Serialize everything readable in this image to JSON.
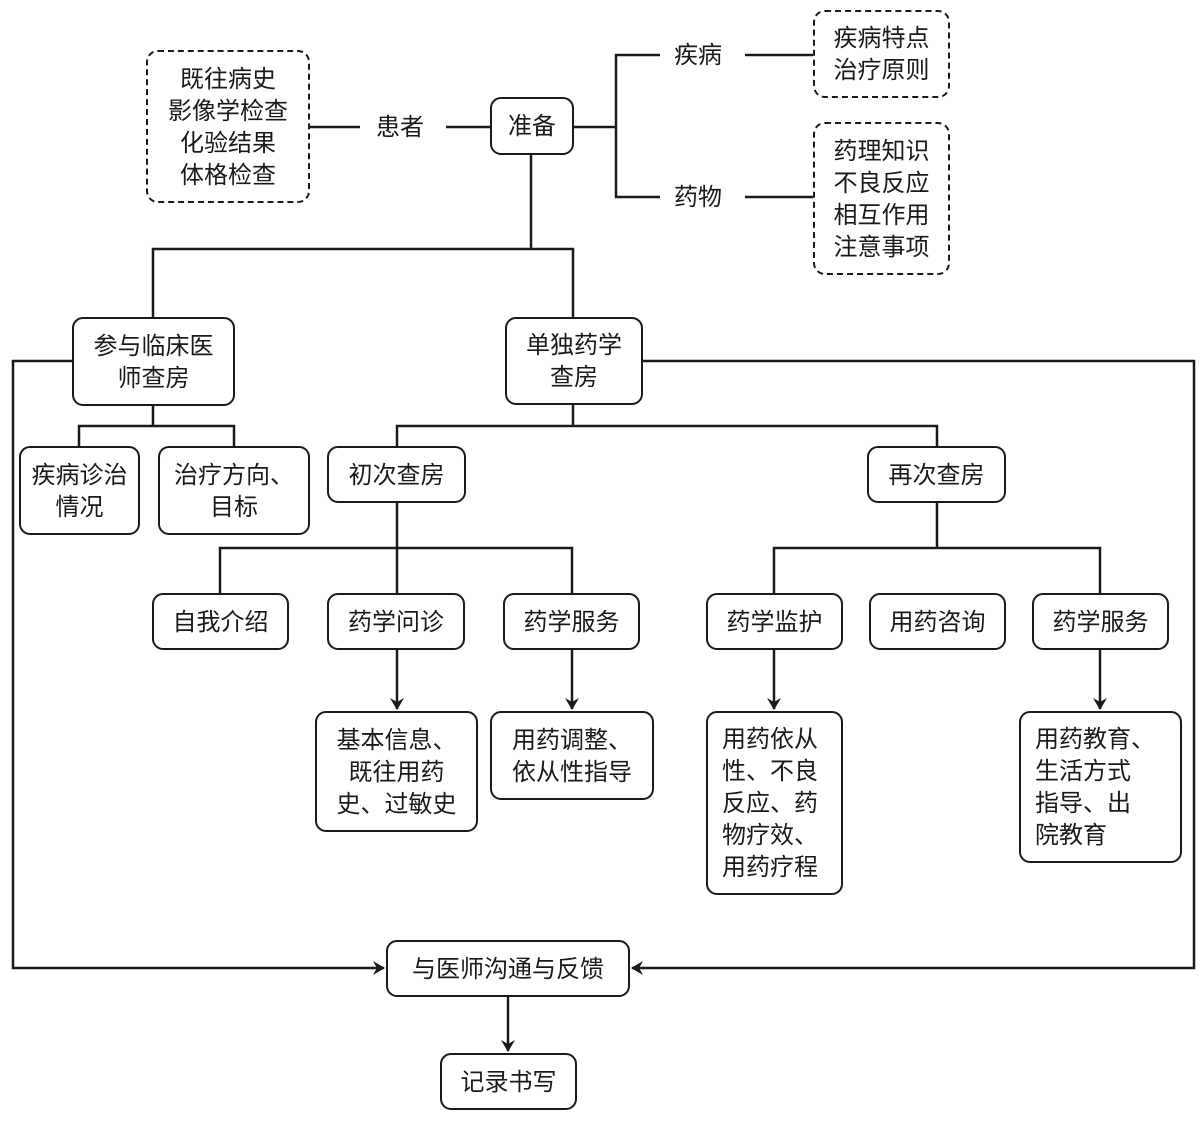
{
  "title": "药学查房流程",
  "preparation": {
    "patient_info": "既往病史\n影像学检查\n化验结果\n体格检查",
    "patient_label": "患者",
    "center": "准备",
    "disease_label": "疾病",
    "disease_info": "疾病特点\n治疗原则",
    "drug_label": "药物",
    "drug_info": "药理知识\n不良反应\n相互作用\n注意事项"
  },
  "clinical_rounds": {
    "title": "参与临床医\n师查房",
    "children": [
      "疾病诊治\n情况",
      "治疗方向、\n目标"
    ]
  },
  "pharmacy_rounds": {
    "title": "单独药学\n查房",
    "first": {
      "title": "初次查房",
      "children": [
        "自我介绍",
        "药学问诊",
        "药学服务"
      ],
      "details": {
        "consultation": "基本信息、\n既往用药\n史、过敏史",
        "service": "用药调整、\n依从性指导"
      }
    },
    "repeat": {
      "title": "再次查房",
      "children": [
        "药学监护",
        "用药咨询",
        "药学服务"
      ],
      "details": {
        "monitoring": "用药依从\n性、不良\n反应、药\n物疗效、\n用药疗程",
        "service": "用药教育、\n生活方式\n指导、出\n院教育"
      }
    }
  },
  "feedback": "与医师沟通与反馈",
  "record": "记录书写"
}
